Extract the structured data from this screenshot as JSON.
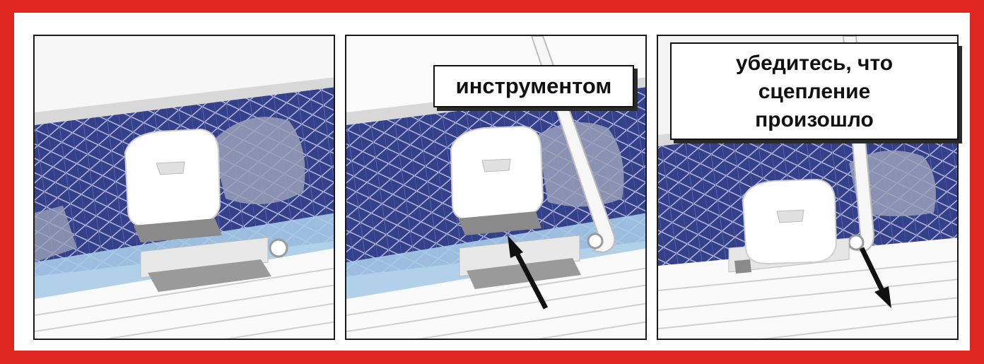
{
  "colors": {
    "border_red": "#e02620",
    "tile_blue": "#3a4690",
    "water_blue": "#a9cbe8",
    "arrow": "#111111"
  },
  "panels": [
    {
      "id": "panel-1",
      "label": ""
    },
    {
      "id": "panel-2",
      "label": "инструментом",
      "arrow": "up-left"
    },
    {
      "id": "panel-3",
      "label_lines": [
        "убедитесь, что",
        "сцепление",
        "произошло"
      ],
      "arrow": "down-right"
    }
  ]
}
